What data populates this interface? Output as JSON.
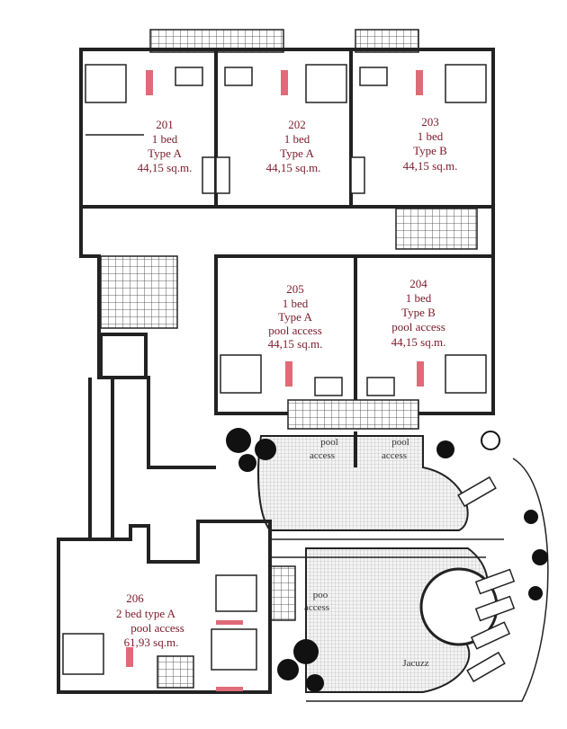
{
  "units": [
    {
      "number": "201",
      "beds": "1 bed",
      "type": "Type A",
      "area": "44,15 sq.m."
    },
    {
      "number": "202",
      "beds": "1 bed",
      "type": "Type A",
      "area": "44,15 sq.m."
    },
    {
      "number": "203",
      "beds": "1 bed",
      "type": "Type B",
      "area": "44,15 sq.m."
    },
    {
      "number": "205",
      "beds": "1 bed",
      "type": "Type A",
      "extra": "pool access",
      "area": "44,15 sq.m."
    },
    {
      "number": "204",
      "beds": "1 bed",
      "type": "Type B",
      "extra": "pool access",
      "area": "44,15 sq.m."
    },
    {
      "number": "206",
      "type": "2 bed type A",
      "extra": "pool access",
      "area": "61,93 sq.m."
    }
  ],
  "pool_labels": {
    "pool_access_1": [
      "pool",
      "access"
    ],
    "pool_access_2": [
      "pool",
      "access"
    ],
    "pool_access_3": [
      "poo",
      "access"
    ],
    "jacuzzi": "Jacuzz"
  },
  "colors": {
    "label": "#7a1a2a",
    "bed_marker": "#e06a78",
    "walls": "#222222"
  }
}
